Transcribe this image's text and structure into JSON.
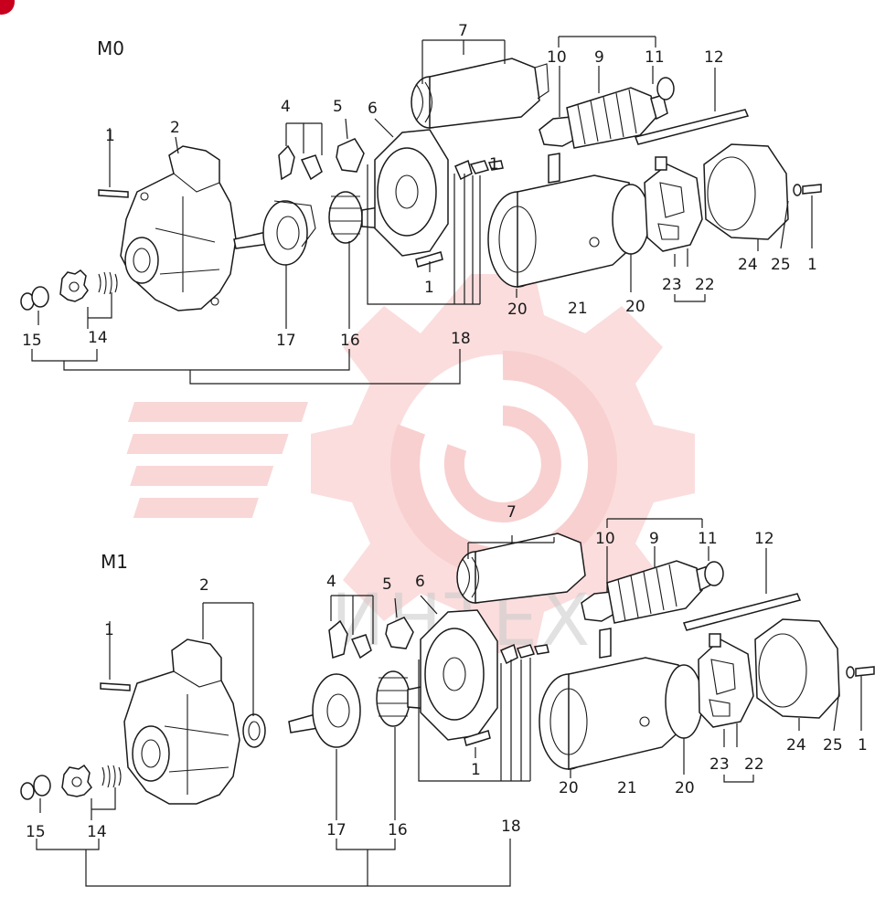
{
  "watermark": {
    "text": "ИНТЕХ",
    "color": "#f3b3b3"
  },
  "corner_badge_color": "#c8001e",
  "diagrams": [
    {
      "title": "M0",
      "labels": [
        "1",
        "2",
        "4",
        "5",
        "6",
        "7",
        "10",
        "9",
        "11",
        "12",
        "1",
        "1",
        "15",
        "14",
        "17",
        "16",
        "18",
        "20",
        "21",
        "20",
        "23",
        "22",
        "24",
        "25",
        "1"
      ]
    },
    {
      "title": "M1",
      "labels": [
        "1",
        "2",
        "4",
        "5",
        "6",
        "7",
        "10",
        "9",
        "11",
        "12",
        "1",
        "15",
        "14",
        "17",
        "16",
        "18",
        "20",
        "21",
        "20",
        "23",
        "22",
        "24",
        "25",
        "1"
      ]
    }
  ]
}
